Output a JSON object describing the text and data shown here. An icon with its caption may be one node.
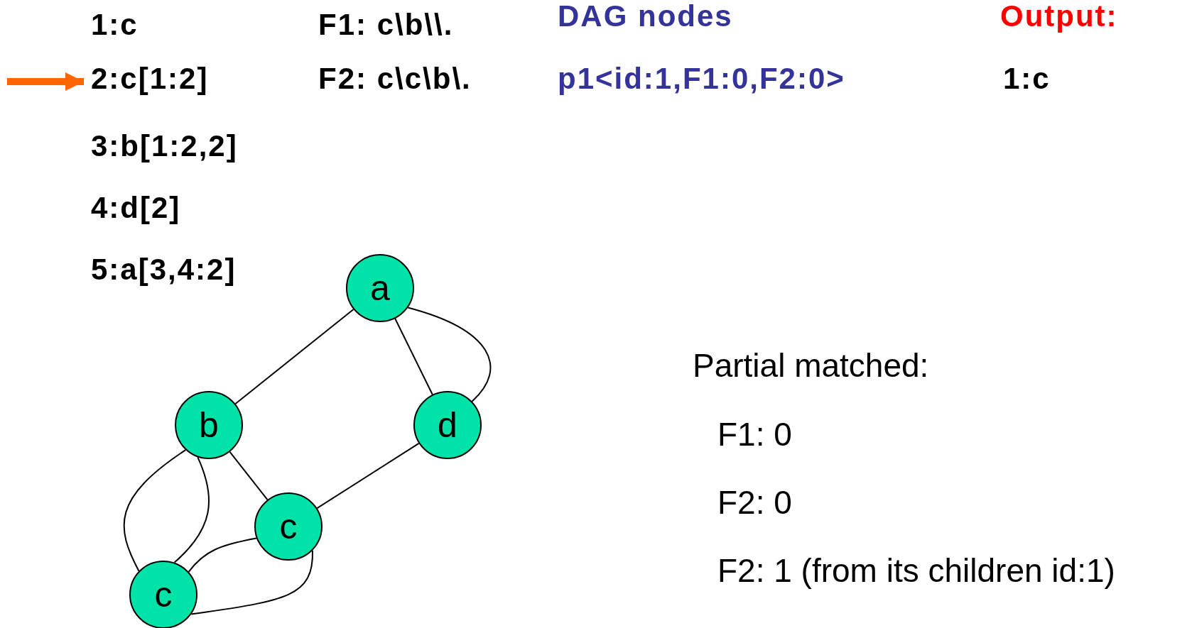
{
  "diagram": {
    "nodes": [
      {
        "text": [
          "2:c[1:2]"
        ]
      },
      {
        "text": [
          "a"
        ]
      },
      {
        "text": [
          "b"
        ]
      },
      {
        "text": [
          "d"
        ]
      },
      {
        "text": [
          "c"
        ]
      },
      {
        "text": [
          "c"
        ]
      }
    ],
    "edges": [
      {
        "from": null,
        "to": 0,
        "arrow": "to",
        "style": "thick",
        "color": "#ff6600"
      },
      {
        "from": 1,
        "to": 2,
        "arrow": "none"
      },
      {
        "from": 1,
        "to": 3,
        "arrow": "none"
      },
      {
        "from": 1,
        "to": 3,
        "arrow": "none"
      },
      {
        "from": 2,
        "to": 4,
        "arrow": "none"
      },
      {
        "from": 3,
        "to": 4,
        "arrow": "none"
      },
      {
        "from": 2,
        "to": 5,
        "arrow": "none"
      },
      {
        "from": 2,
        "to": 5,
        "arrow": "none"
      },
      {
        "from": 4,
        "to": 5,
        "arrow": "none"
      },
      {
        "from": 4,
        "to": 5,
        "arrow": "none"
      }
    ],
    "labels": [
      "1:c",
      "F1: c\\b\\\\.",
      "DAG nodes",
      "Output:",
      "F2: c\\c\\b\\.",
      "p1<id:1,F1:0,F2:0>",
      "1:c",
      "3:b[1:2,2]",
      "4:d[2]",
      "5:a[3,4:2]",
      "Partial matched:",
      "F1: 0",
      "F2: 0",
      "F2: 1 (from its children id:1)"
    ]
  }
}
